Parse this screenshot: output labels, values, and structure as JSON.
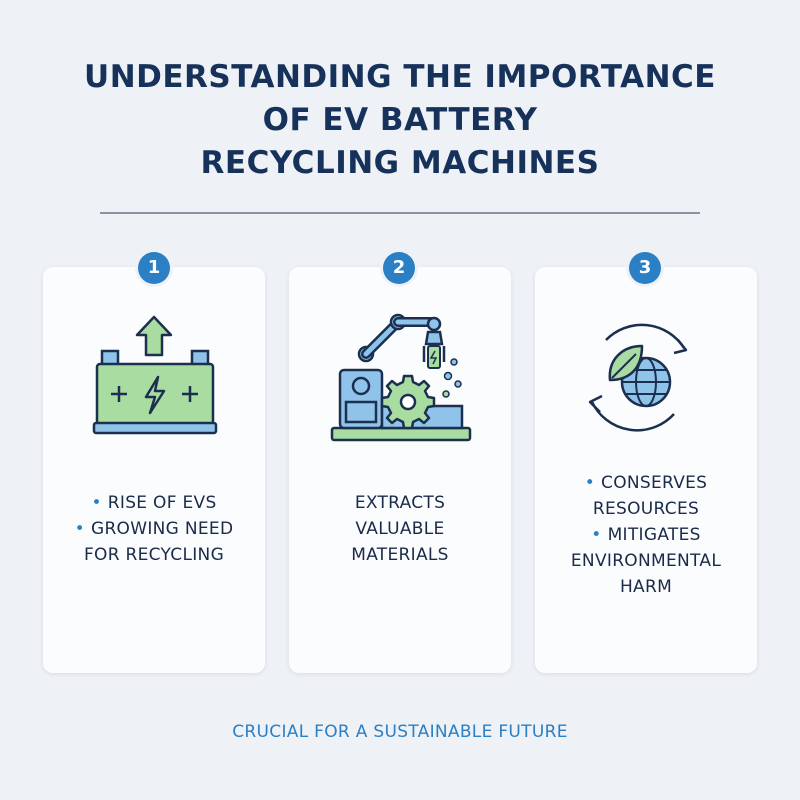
{
  "title": {
    "line1": "UNDERSTANDING THE IMPORTANCE",
    "line2": "OF EV BATTERY",
    "line3": "RECYCLING MACHINES"
  },
  "cards": [
    {
      "number": "1",
      "icon": "battery-upgrade-icon",
      "items": [
        "RISE OF EVS",
        "GROWING NEED",
        "FOR RECYCLING"
      ]
    },
    {
      "number": "2",
      "icon": "robotic-recycling-machine-icon",
      "items": [
        "EXTRACTS",
        "VALUABLE",
        "MATERIALS"
      ]
    },
    {
      "number": "3",
      "icon": "eco-globe-cycle-icon",
      "items": [
        "CONSERVES",
        "RESOURCES",
        "MITIGATES",
        "ENVIRONMENTAL",
        "HARM"
      ]
    }
  ],
  "footer": "CRUCIAL FOR A SUSTAINABLE FUTURE",
  "colors": {
    "background": "#eef1f6",
    "title": "#17325a",
    "accent_blue": "#2b7fc4",
    "icon_green": "#a8dca0",
    "icon_blue": "#8fc3ea"
  }
}
